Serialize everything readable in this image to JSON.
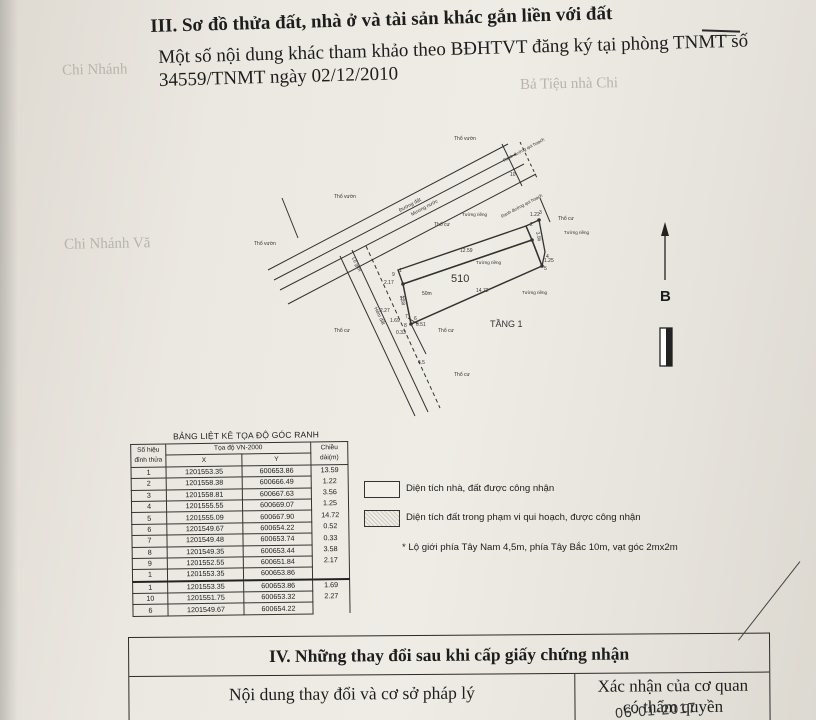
{
  "section3": {
    "title": "III. Sơ đồ thửa đất, nhà ở và tài sản khác gắn liền với đất",
    "note_line1": "Một số nội dung khác tham khảo theo BĐHTVT đăng ký tại phòng TNMT số",
    "note_line2": "34559/TNMT ngày 02/12/2010"
  },
  "ghost_text": [
    "Chi Nhánh",
    "Chi Nhánh Vă",
    "Bả Tiệu nhà Chi"
  ],
  "map": {
    "parcel_number": "510",
    "floor_label": "TẦNG 1",
    "area": "50m",
    "north_label": "B",
    "labels": {
      "tho_vuon_top": "Thổ vườn",
      "tho_vuon_left": "Thổ vườn",
      "tho_vuon_upper": "Thổ vườn",
      "tho_cu_top": "Thổ cư",
      "tho_cu_right": "Thổ cư",
      "tho_cu_mid": "Thổ cư",
      "tho_cu_bottom": "Thổ cư",
      "tho_cu_left": "Thổ cư",
      "road_main": "Đường đất",
      "road_side": "Mương nước",
      "road_planning": "Ranh đường qui hoạch",
      "wall_top": "Tường riêng",
      "wall_right": "Tường riêng",
      "wall_mid": "Tường riêng",
      "wall_bottom": "Tường riêng",
      "wall_shared": "Tường riêng",
      "road_left": "Lộ giới",
      "road_alley": "Hẻm đất",
      "dim_1259": "12.59",
      "dim_1472": "14.72",
      "dim_051": "0.51",
      "dim_033": "0.33",
      "dim_358": "3.58",
      "dim_217": "2.17",
      "dim_122": "1.22",
      "dim_125": "1.25",
      "dim_169": "1.69",
      "dim_227": "2.27",
      "dim_356": "3.56",
      "dim_45": "4.5",
      "dim_10": "10",
      "pt_1": "1",
      "pt_2": "2",
      "pt_3": "3",
      "pt_4": "4",
      "pt_5": "5",
      "pt_6": "6",
      "pt_7": "7",
      "pt_8": "8",
      "pt_9": "9",
      "pt_10": "10"
    }
  },
  "coords_table": {
    "title": "BẢNG LIỆT KÊ TỌA ĐỘ GÓC RANH",
    "header_point": "Số hiệu đỉnh thửa",
    "header_system": "Tọa độ VN-2000",
    "header_x": "X",
    "header_y": "Y",
    "header_len": "Chiều dài(m)",
    "rows": [
      {
        "p": "1",
        "x": "1201553.35",
        "y": "600653.86",
        "len": "13.59"
      },
      {
        "p": "2",
        "x": "1201558.38",
        "y": "600666.49",
        "len": "1.22"
      },
      {
        "p": "3",
        "x": "1201558.81",
        "y": "600667.63",
        "len": "3.56"
      },
      {
        "p": "4",
        "x": "1201555.55",
        "y": "600669.07",
        "len": "1.25"
      },
      {
        "p": "5",
        "x": "1201555.09",
        "y": "600667.90",
        "len": "14.72"
      },
      {
        "p": "6",
        "x": "1201549.67",
        "y": "600654.22",
        "len": "0.52"
      },
      {
        "p": "7",
        "x": "1201549.48",
        "y": "600653.74",
        "len": "0.33"
      },
      {
        "p": "8",
        "x": "1201549.35",
        "y": "600653.44",
        "len": "3.58"
      },
      {
        "p": "9",
        "x": "1201552.55",
        "y": "600651.84",
        "len": "2.17"
      },
      {
        "p": "1",
        "x": "1201553.35",
        "y": "600653.86",
        "len": ""
      }
    ],
    "rows2": [
      {
        "p": "1",
        "x": "1201553.35",
        "y": "600653.86",
        "len": "1.69"
      },
      {
        "p": "10",
        "x": "1201551.75",
        "y": "600653.32",
        "len": "2.27"
      },
      {
        "p": "6",
        "x": "1201549.67",
        "y": "600654.22",
        "len": ""
      }
    ]
  },
  "legend": {
    "item1": "Diện tích nhà, đất được công nhận",
    "item2": "Diện tích đất trong phạm vi qui hoạch, được công nhận",
    "note": "* Lộ giới phía Tây Nam 4,5m, phía Tây Bắc 10m, vạt góc 2mx2m"
  },
  "section4": {
    "title": "IV. Những thay đổi sau khi cấp giấy chứng nhận",
    "col1": "Nội dung thay đổi và cơ sở pháp lý",
    "col2_line1": "Xác nhận của cơ quan",
    "col2_line2": "có thẩm quyền",
    "date_stamp": "06-01-2017"
  }
}
